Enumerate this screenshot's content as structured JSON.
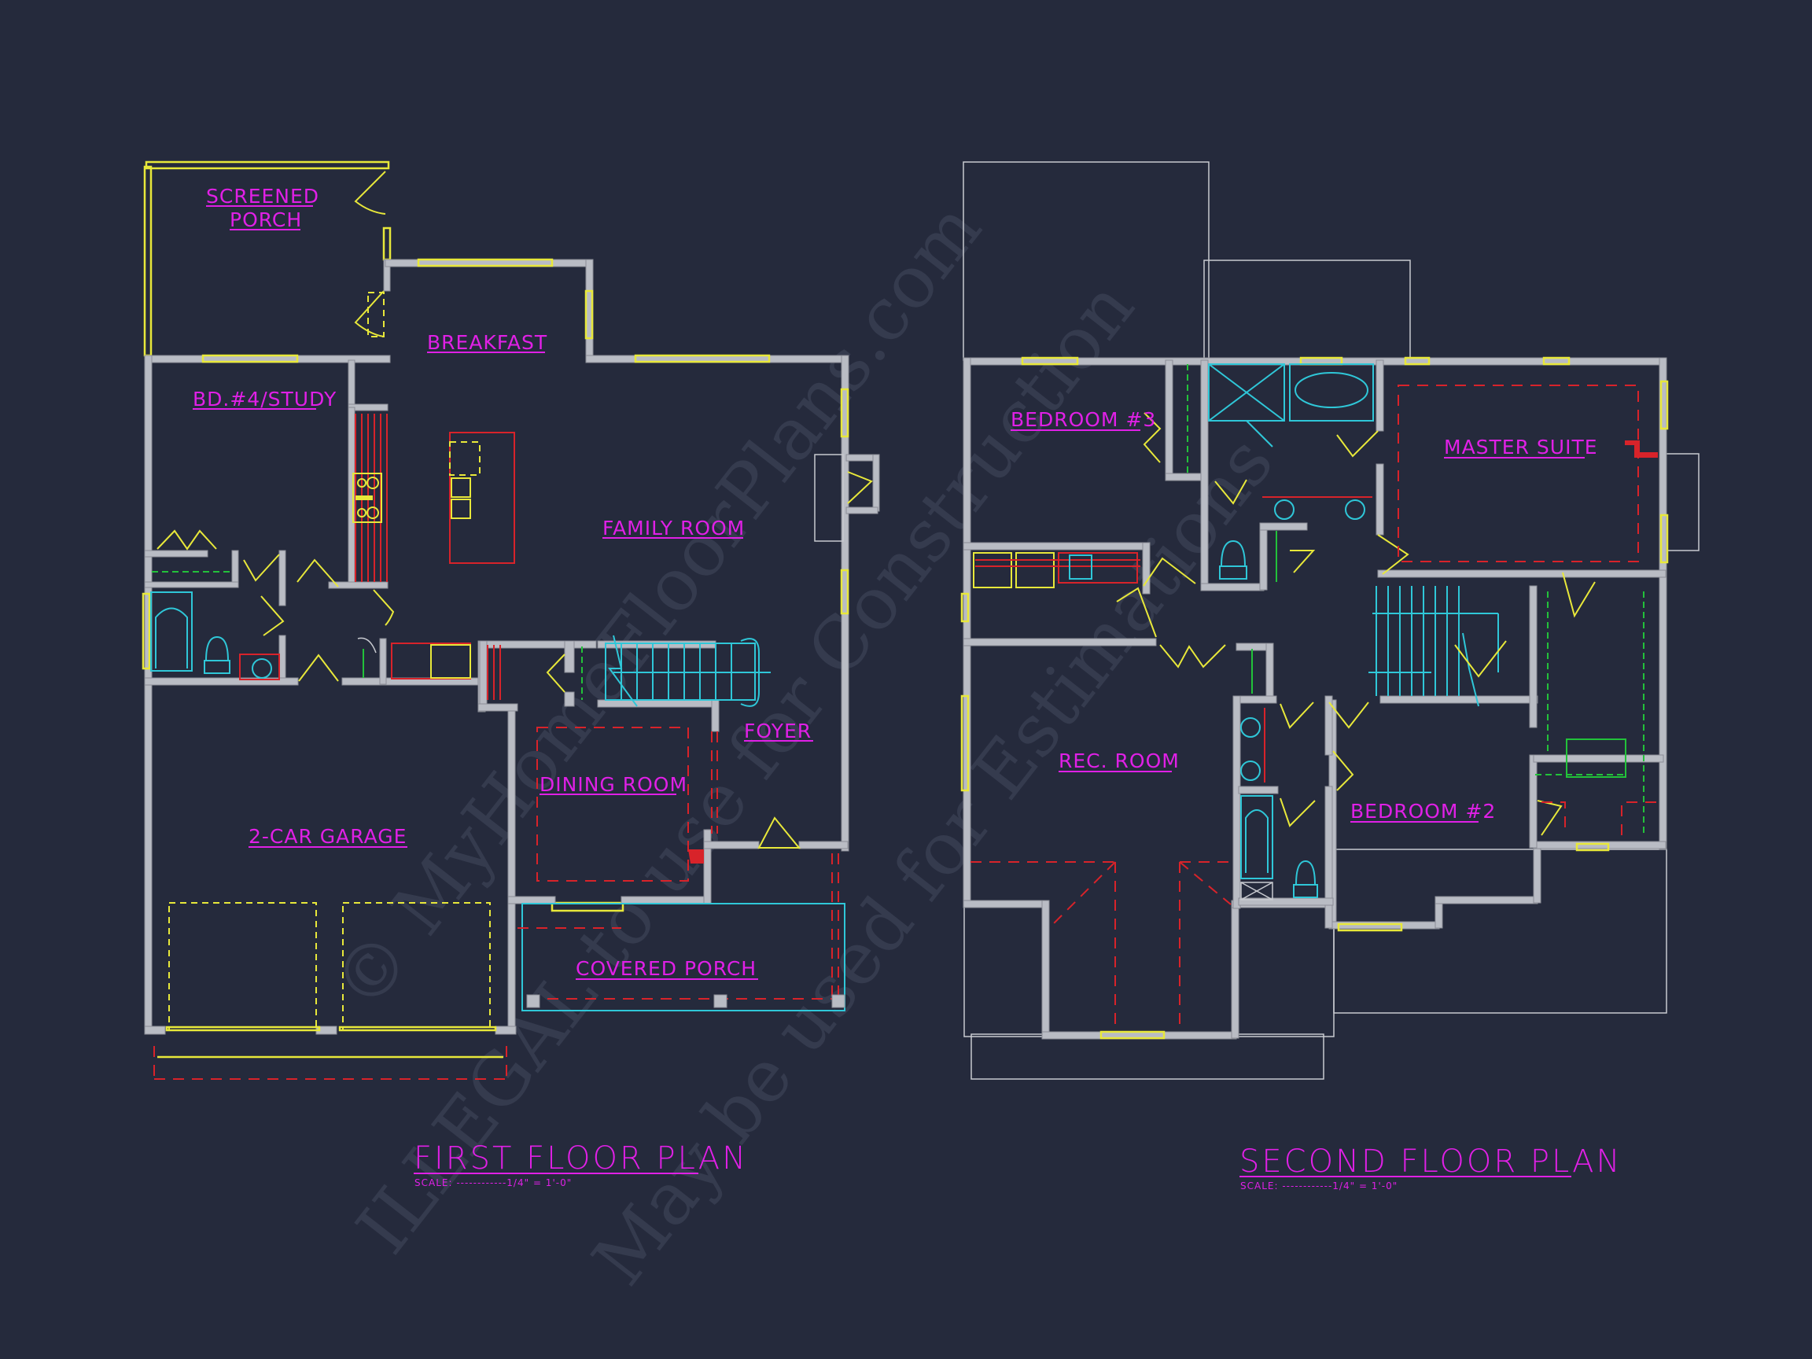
{
  "colors": {
    "background": "#252a3c",
    "labels": "#e020e6",
    "walls": "#b9bcc4",
    "windows_doors": "#e8e83a",
    "fixtures": "#2fc7d8",
    "ceiling_lines": "#d8232a",
    "shelving": "#22c23a",
    "watermark": "#3b4155"
  },
  "first_floor": {
    "title": "FIRST FLOOR PLAN",
    "scale": "SCALE: ------------1/4\" = 1'-0\"",
    "rooms": {
      "screened_porch_1": "SCREENED",
      "screened_porch_2": "PORCH",
      "breakfast": "BREAKFAST",
      "bd4_study": "BD.#4/STUDY",
      "family_room": "FAMILY ROOM",
      "foyer": "FOYER",
      "dining_room": "DINING ROOM",
      "garage": "2-CAR GARAGE",
      "covered_porch": "COVERED PORCH"
    }
  },
  "second_floor": {
    "title": "SECOND FLOOR PLAN",
    "scale": "SCALE: ------------1/4\" = 1'-0\"",
    "rooms": {
      "bedroom3": "BEDROOM #3",
      "master_suite": "MASTER SUITE",
      "rec_room": "REC. ROOM",
      "bedroom2": "BEDROOM #2"
    }
  },
  "watermark": {
    "line1": "© MyHomeFloorPlans.com",
    "line2": "ILLEGAL to use for Construction",
    "line3": "May be used for Estimations"
  }
}
